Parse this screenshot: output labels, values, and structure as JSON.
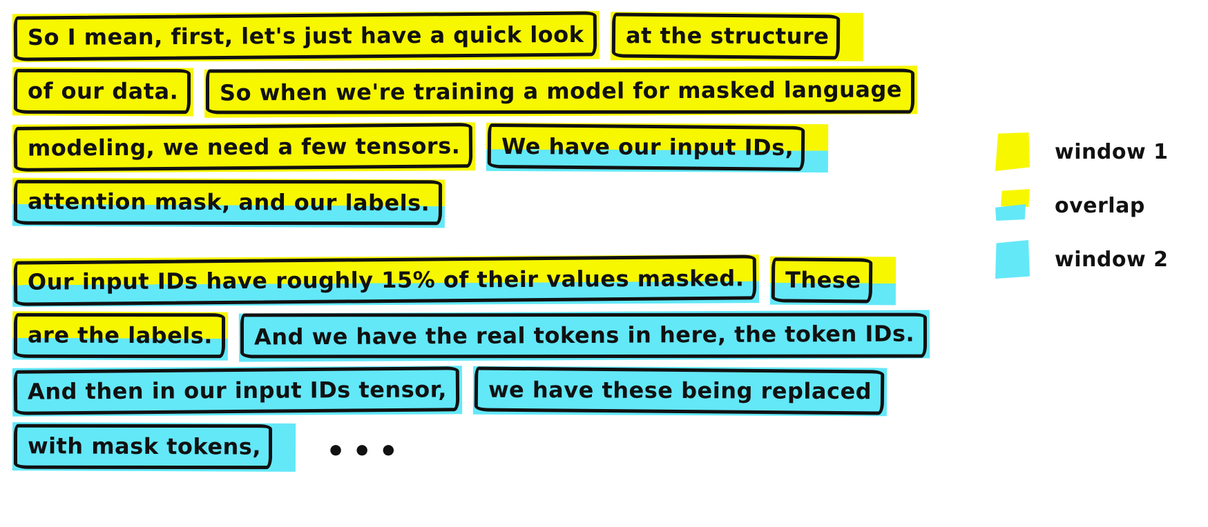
{
  "colors": {
    "window1": "#f7f700",
    "window2": "#63e8f8",
    "ink": "#111111"
  },
  "rows": [
    {
      "segments": [
        {
          "text": "So I mean, first, let's just have a quick look",
          "highlight": "window1",
          "boxed": true
        },
        {
          "text": "at the structure",
          "highlight": "window1",
          "boxed": true
        }
      ]
    },
    {
      "segments": [
        {
          "text": "of our data.",
          "highlight": "window1",
          "boxed": true
        },
        {
          "text": "So when we're training a model for masked language",
          "highlight": "window1",
          "boxed": true
        }
      ]
    },
    {
      "segments": [
        {
          "text": "modeling, we need a few tensors.",
          "highlight": "window1",
          "boxed": true
        },
        {
          "text": "We have our input IDs,",
          "highlight": "overlap",
          "boxed": true
        }
      ]
    },
    {
      "segments": [
        {
          "text": "attention mask, and our labels.",
          "highlight": "overlap",
          "boxed": true
        }
      ]
    },
    {
      "segments": [
        {
          "text": "Our input IDs have roughly 15% of their values masked.",
          "highlight": "overlap",
          "boxed": true
        },
        {
          "text": "These",
          "highlight": "overlap",
          "boxed": true
        }
      ]
    },
    {
      "segments": [
        {
          "text": "are the labels.",
          "highlight": "overlap",
          "boxed": true
        },
        {
          "text": "And we have the real tokens in here, the token IDs.",
          "highlight": "window2",
          "boxed": true
        }
      ]
    },
    {
      "segments": [
        {
          "text": "And then in our input IDs tensor,",
          "highlight": "window2",
          "boxed": true
        },
        {
          "text": "we have these being replaced",
          "highlight": "window2",
          "boxed": true
        }
      ]
    },
    {
      "segments": [
        {
          "text": "with mask tokens,",
          "highlight": "window2",
          "boxed": true
        }
      ]
    }
  ],
  "ellipsis": "•••",
  "legend": {
    "items": [
      {
        "label": "window 1",
        "swatch": "window1"
      },
      {
        "label": "overlap",
        "swatch": "overlap"
      },
      {
        "label": "window 2",
        "swatch": "window2"
      }
    ]
  }
}
